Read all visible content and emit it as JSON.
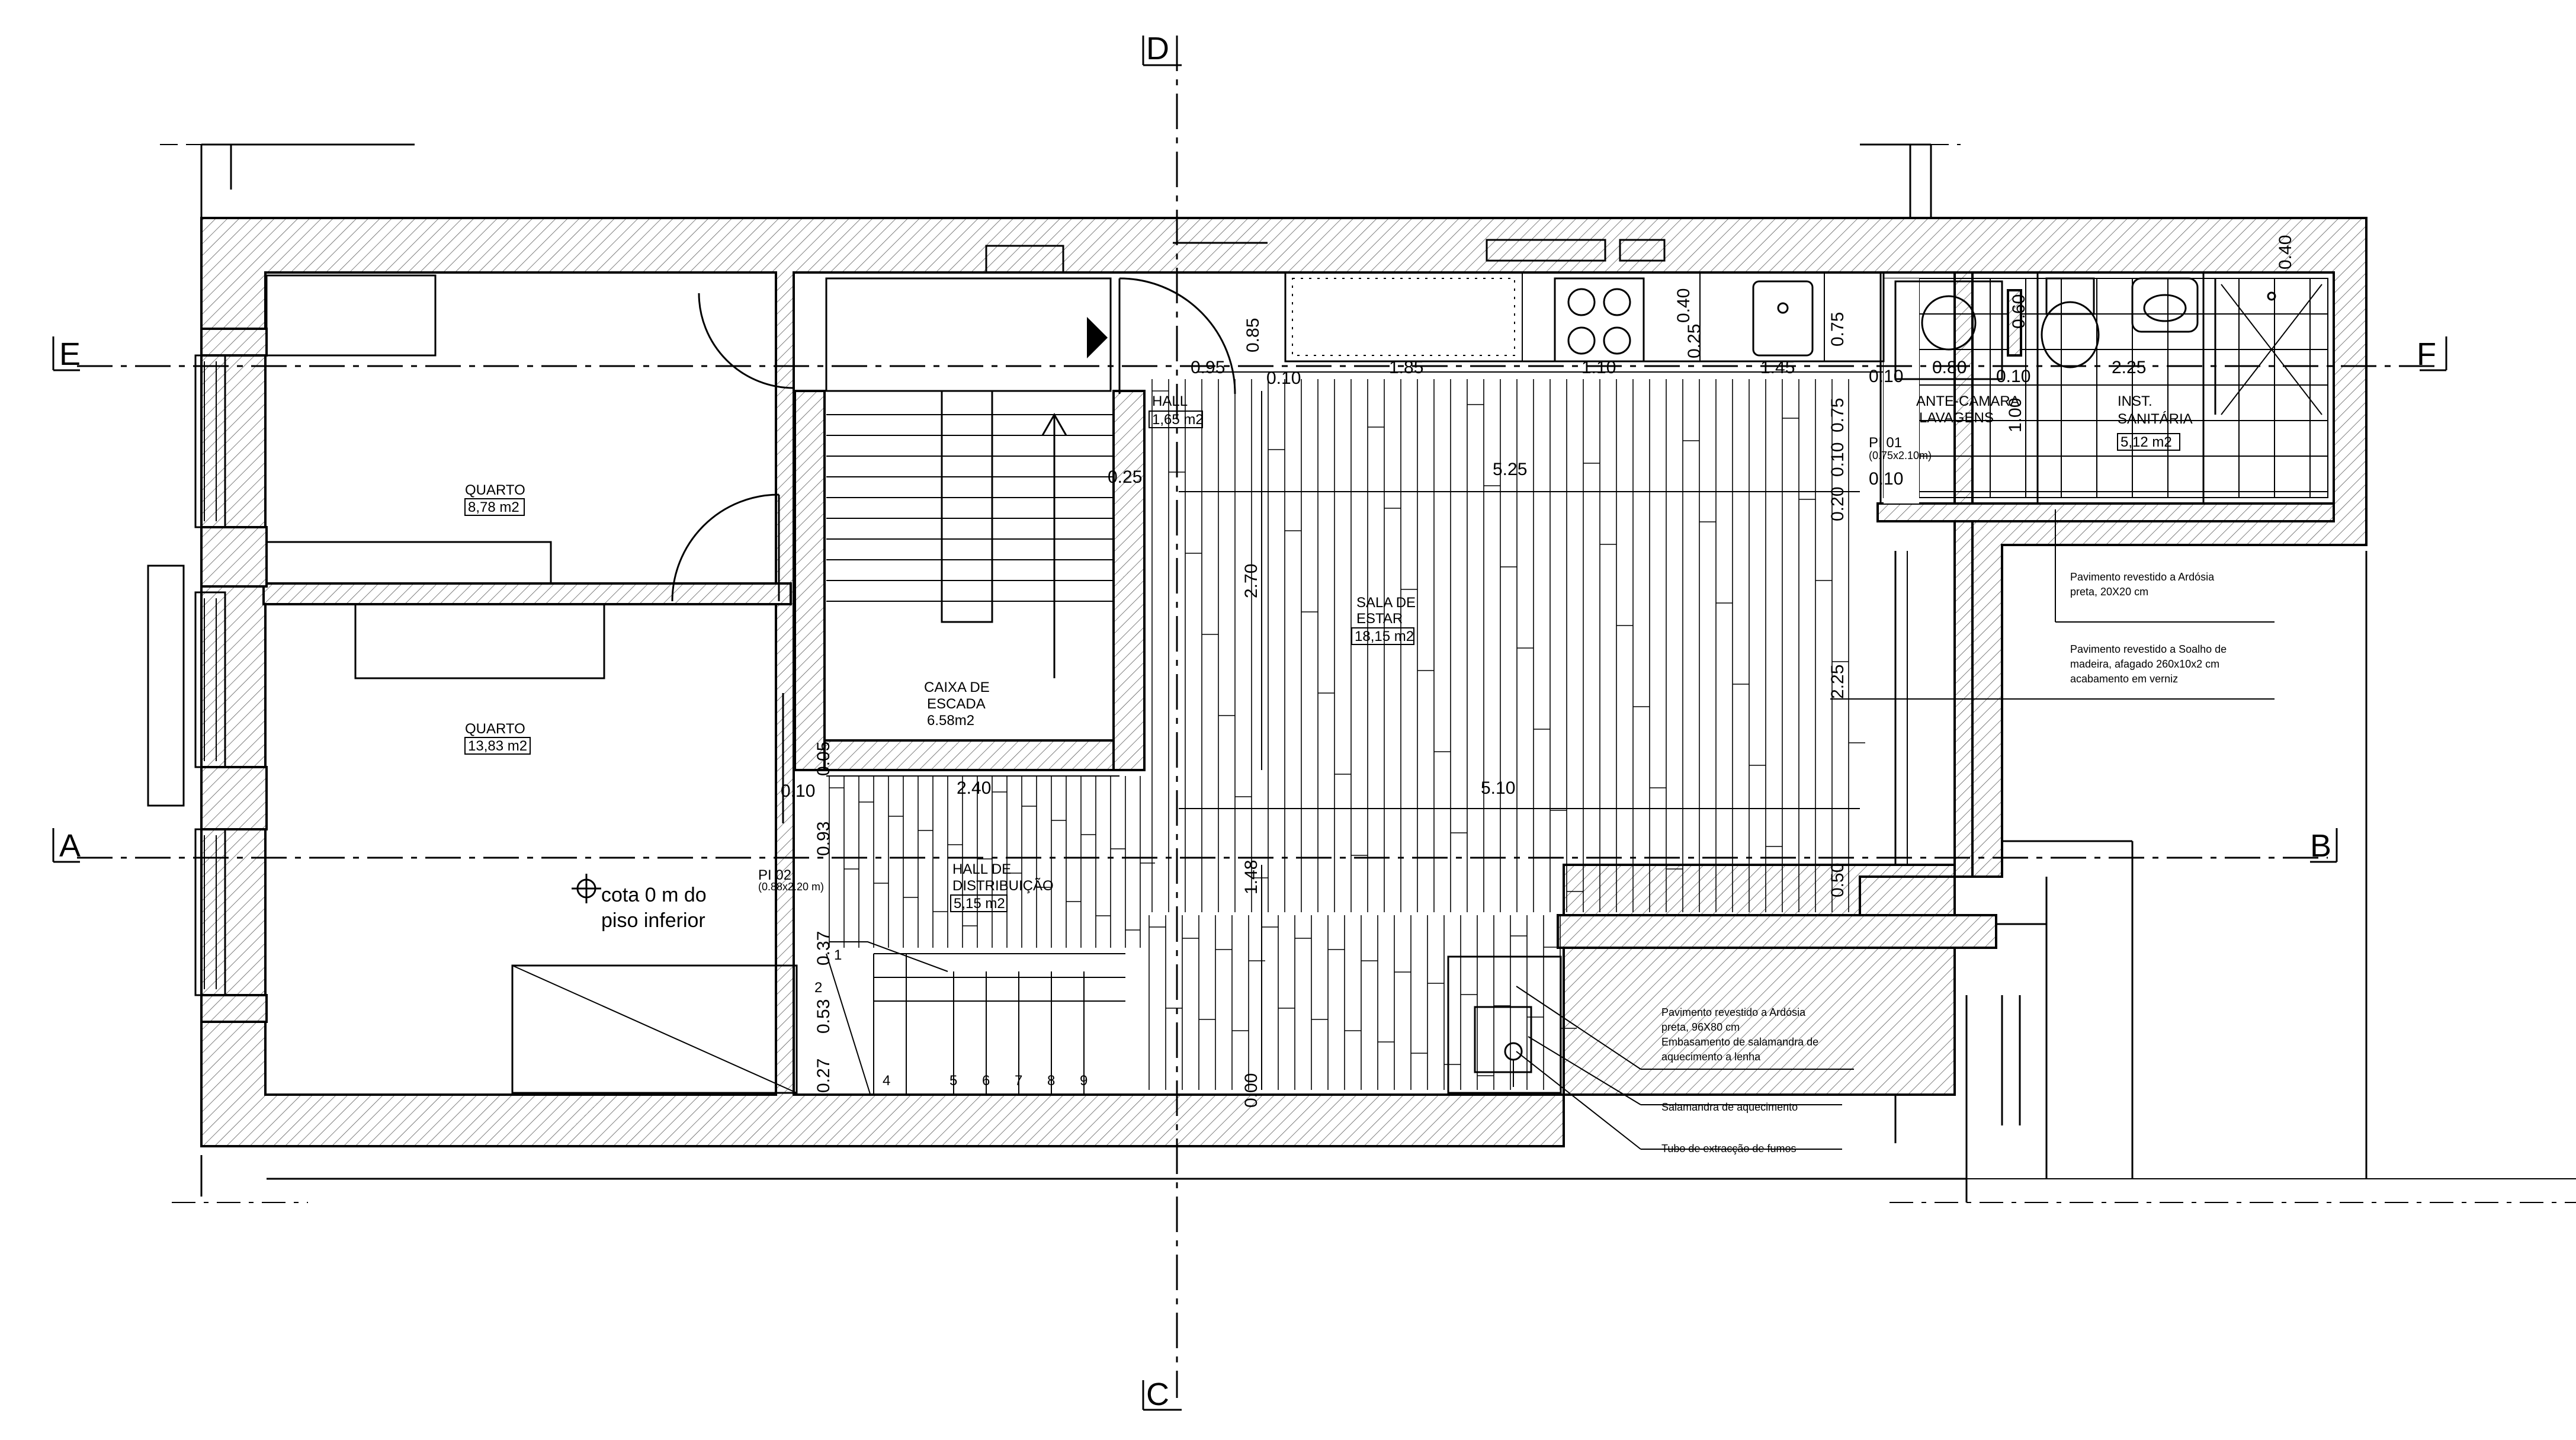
{
  "section_markers": {
    "a": "A",
    "b": "B",
    "c": "C",
    "d": "D",
    "e": "E",
    "f": "F"
  },
  "rooms": {
    "quarto1": {
      "name": "QUARTO",
      "area": "8,78 m2"
    },
    "quarto2": {
      "name": "QUARTO",
      "area": "13,83 m2"
    },
    "caixa": {
      "line1": "CAIXA DE",
      "line2": "ESCADA",
      "area": "6.58m2"
    },
    "hall": {
      "name": "HALL",
      "area": "1,65 m2"
    },
    "sala": {
      "line1": "SALA DE",
      "line2": "ESTAR",
      "area": "18,15 m2"
    },
    "hall_dist": {
      "line1": "HALL DE",
      "line2": "DISTRIBUIÇÃO",
      "area": "5,15 m2"
    },
    "ante": {
      "line1": "ANTE-CAMARA",
      "line2": "LAVAGENS"
    },
    "inst": {
      "line1": "INST.",
      "line2": "SANITÁRIA",
      "area": "5,12 m2"
    }
  },
  "dims": {
    "d095": "0.95",
    "d085": "0.85",
    "d010a": "0.10",
    "d185": "1.85",
    "d110": "1.10",
    "d040a": "0.40",
    "d025a": "0.25",
    "d145": "1.45",
    "d075a": "0.75",
    "d010b": "0.10",
    "d080": "0.80",
    "d060": "0.60",
    "d010c": "0.10",
    "d225a": "2.25",
    "d040b": "0.40",
    "d025b": "0.25",
    "d525": "5.25",
    "d270": "2.70",
    "d075b": "0.75",
    "d100": "1.00",
    "d010d": "0.10",
    "d010e": "0.10",
    "d020": "0.20",
    "d225b": "2.25",
    "d240": "2.40",
    "d005": "0.05",
    "d010f": "0.10",
    "d510": "5.10",
    "d093": "0.93",
    "d148": "1.48",
    "d050": "0.50",
    "d037": "0.37",
    "d053": "0.53",
    "d027": "0.27",
    "d000": "0.00"
  },
  "stairs": {
    "s1": "1",
    "s2": "2",
    "s4": "4",
    "s5": "5",
    "s6": "6",
    "s7": "7",
    "s8": "8",
    "s9": "9"
  },
  "doors": {
    "pi01": "PI 01",
    "pi01_size": "(0.75x2.10m)",
    "pi02": "PI 02",
    "pi02_size": "(0.88x2.20 m)"
  },
  "level_mark": {
    "line1": "cota 0 m do",
    "line2": "piso inferior"
  },
  "notes": {
    "ardosia20_l1": "Pavimento revestido a Ardósia",
    "ardosia20_l2": "preta, 20X20 cm",
    "soalho_l1": "Pavimento revestido a Soalho de",
    "soalho_l2": "madeira, afagado  260x10x2 cm",
    "soalho_l3": "acabamento em verniz",
    "ardosia96_l1": "Pavimento revestido a Ardósia",
    "ardosia96_l2": "preta, 96X80 cm",
    "ardosia96_l3": "Embasamento de salamandra de",
    "ardosia96_l4": "aquecimento a lenha",
    "salamandra": "Salamandra de aquecimento",
    "tubo": "Tubo de extracção de fumos"
  }
}
